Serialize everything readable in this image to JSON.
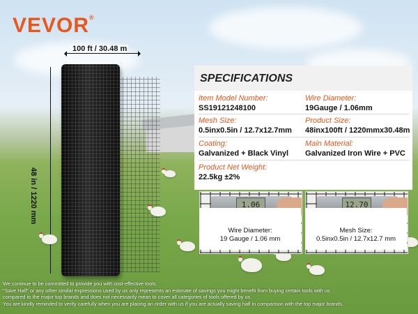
{
  "brand": {
    "logo": "VEVOR",
    "mark": "®",
    "color": "#e8571b"
  },
  "product_image": {
    "width_label": "100 ft / 30.48 m",
    "height_label": "48 in / 1220 mm"
  },
  "specifications": {
    "title": "SPECIFICATIONS",
    "items": [
      {
        "label": "Item Model Number:",
        "value": "SS19121248100"
      },
      {
        "label": "Wire Diameter:",
        "value": "19Gauge / 1.06mm"
      },
      {
        "label": "Mesh Size:",
        "value": "0.5inx0.5in / 12.7x12.7mm"
      },
      {
        "label": "Product Size:",
        "value": "48inx100ft / 1220mmx30.48m"
      },
      {
        "label": "Coating:",
        "value": "Galvanized + Black Vinyl"
      },
      {
        "label": "Main Material:",
        "value": "Galvanized Iron Wire + PVC"
      },
      {
        "label": "Product Net Weight:",
        "value": "22.5kg ±2%"
      }
    ]
  },
  "detail_photos": [
    {
      "readout": "1.06",
      "caption_line1": "Wire Diameter:",
      "caption_line2": "19 Gauge / 1.06 mm"
    },
    {
      "readout": "12.70",
      "caption_line1": "Mesh Size:",
      "caption_line2": "0.5inx0.5in / 12.7x12.7 mm"
    }
  ],
  "disclaimer": [
    "We continue to be committed to provide you with cost-effective tools.",
    "\"Save Half\" or any other similar expressions used by us only represents an estimate of savings you might benefit from buying certain tools with us",
    "compared to the major top brands and does not necessarily mean to cover all categories of tools offered by us.",
    "You are kindly reminded to verify carefully when you are placing an order with us if you are actually saving half in comparison with the top major brands."
  ]
}
